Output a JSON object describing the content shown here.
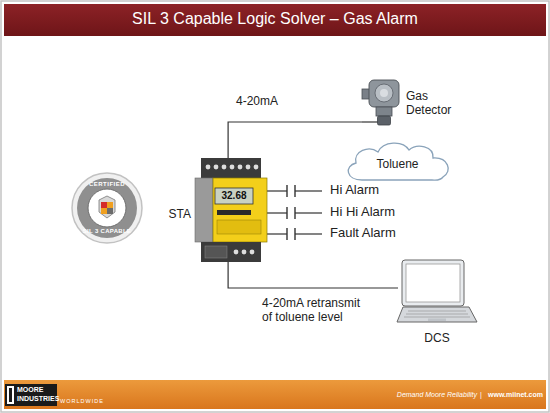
{
  "diagram": {
    "title": "SIL 3 Capable Logic Solver – Gas Alarm",
    "nodes": [
      {
        "text": [
          "Gas Detector"
        ]
      },
      {
        "text": [
          "Toluene"
        ]
      },
      {
        "text": [
          "STA",
          "32.68"
        ]
      },
      {
        "text": [
          "DCS"
        ]
      }
    ],
    "edges": [
      {
        "from": 2,
        "to": 0,
        "label": "4-20mA",
        "arrow": "none"
      },
      {
        "from": 2,
        "to": 3,
        "label": "4-20mA retransmit of toluene level",
        "arrow": "none"
      }
    ],
    "labels": [
      "Hi Alarm",
      "Hi Hi Alarm",
      "Fault Alarm",
      "CERTIFIED",
      "SIL 3 CAPABLE",
      "MOORE",
      "INDUSTRIES",
      "WORLDWIDE",
      "Demand Moore Reliability",
      "|",
      "www.miinet.com"
    ]
  }
}
